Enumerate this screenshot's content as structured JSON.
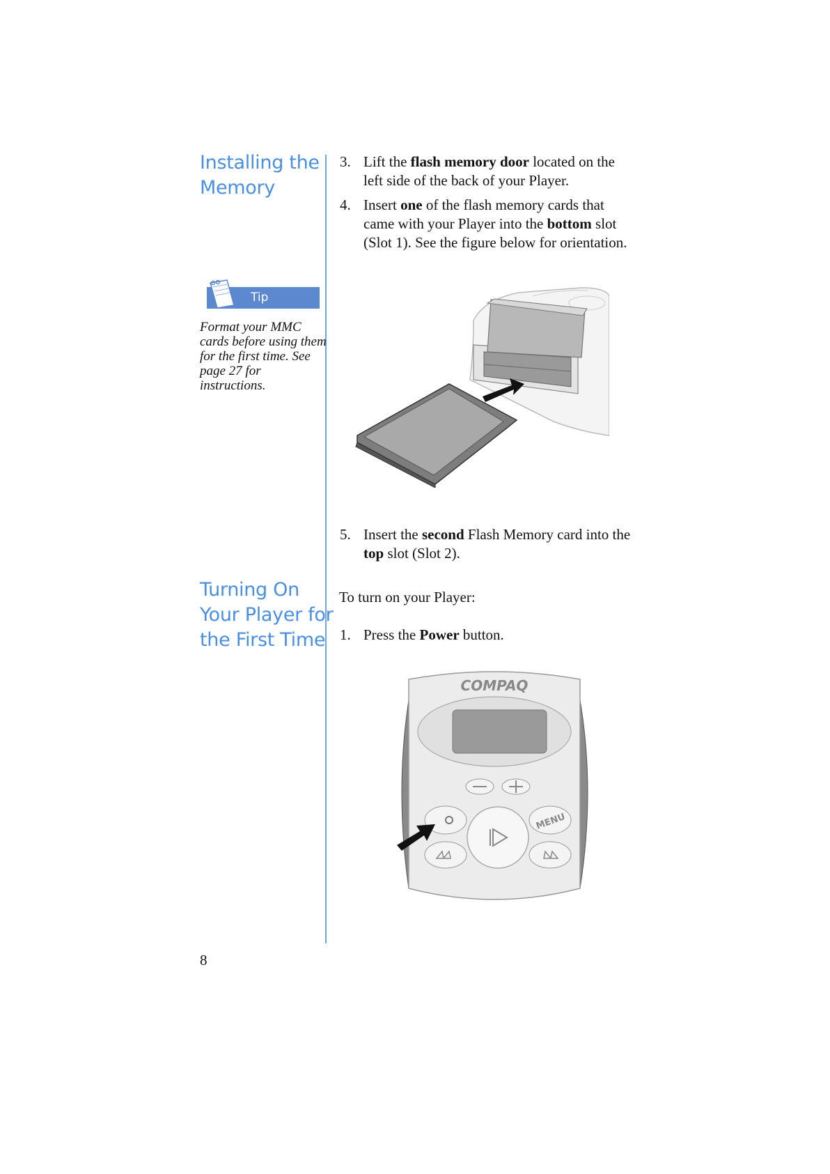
{
  "sections": {
    "installing": {
      "heading_line1": "Installing the",
      "heading_line2": "Memory"
    },
    "turning_on": {
      "heading_line1": "Turning On",
      "heading_line2": "Your Player for",
      "heading_line3": "the First Time"
    }
  },
  "tip": {
    "label": "Tip",
    "text": "Format your MMC cards before using them for the first time. See page 27 for instructions."
  },
  "steps_install": [
    {
      "num": "3.",
      "pre": "Lift the ",
      "bold": "flash memory door",
      "post": " located on the left side of the back of your Player."
    },
    {
      "num": "4.",
      "pre": "Insert ",
      "bold": "one",
      "mid": " of the flash memory cards that came with your Player into the ",
      "bold2": "bottom",
      "post": " slot (Slot 1). See the figure below for orientation."
    },
    {
      "num": "5.",
      "pre": "Insert the ",
      "bold": "second",
      "mid": " Flash Memory card into the ",
      "bold2": "top",
      "post": " slot (Slot 2)."
    }
  ],
  "turn_on_intro": "To turn on your Player:",
  "steps_turn_on": [
    {
      "num": "1.",
      "pre": "Press the ",
      "bold": "Power",
      "post": " button."
    }
  ],
  "player_figure": {
    "brand": "COMPAQ",
    "menu_label": "MENU"
  },
  "page_number": "8"
}
